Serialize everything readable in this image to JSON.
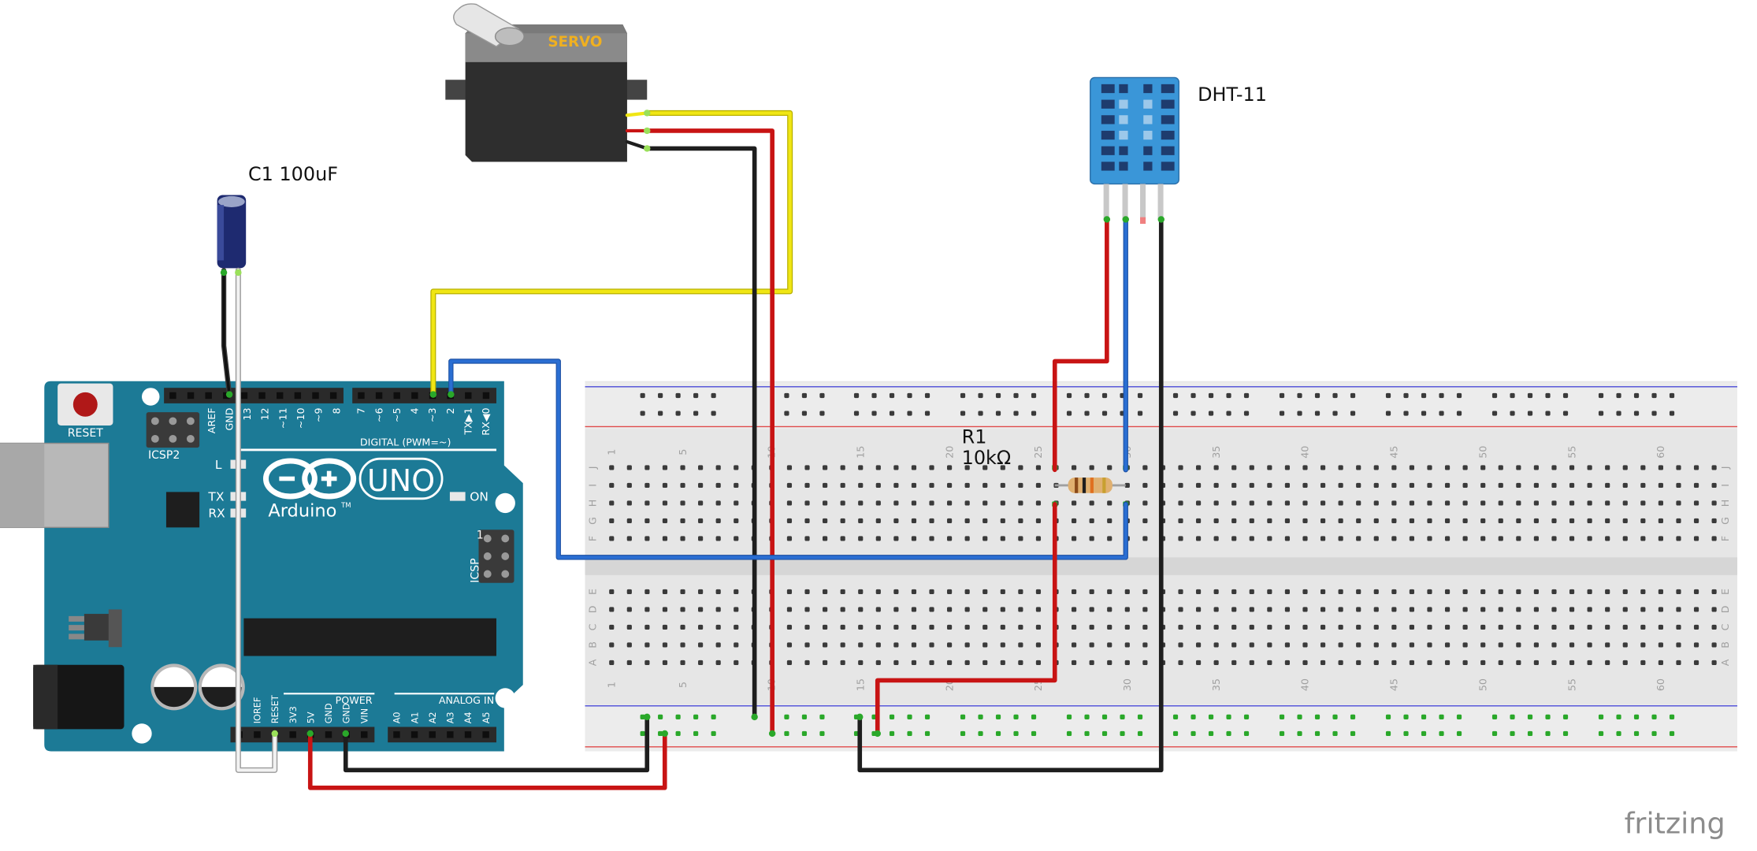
{
  "labels": {
    "capacitor": "C1 100uF",
    "dht": "DHT-11",
    "resistor_name": "R1",
    "resistor_value": "10kΩ",
    "servo": "SERVO",
    "watermark": "fritzing"
  },
  "arduino": {
    "reset": "RESET",
    "icsp2": "ICSP2",
    "icsp": "ICSP",
    "brand": "Arduino",
    "trademark": "TM",
    "model": "UNO",
    "digital_label": "DIGITAL (PWM=~)",
    "l_led": "L",
    "tx_led": "TX",
    "rx_led": "RX",
    "on_led": "ON",
    "icsp_pin1": "1",
    "power_label": "POWER",
    "analog_label": "ANALOG IN",
    "top_header_pins": [
      "AREF",
      "GND",
      "13",
      "12",
      "~11",
      "~10",
      "~9",
      "8"
    ],
    "digital_pins": [
      "7",
      "~6",
      "~5",
      "4",
      "~3",
      "2",
      "TX▶1",
      "RX◀0"
    ],
    "power_pins": [
      "IOREF",
      "RESET",
      "3V3",
      "5V",
      "GND",
      "GND",
      "VIN"
    ],
    "analog_pins": [
      "A0",
      "A1",
      "A2",
      "A3",
      "A4",
      "A5"
    ]
  },
  "breadboard": {
    "column_numbers": [
      "1",
      "5",
      "10",
      "15",
      "20",
      "25",
      "30",
      "35",
      "40",
      "45",
      "50",
      "55",
      "60"
    ],
    "row_letters_top": [
      "J",
      "I",
      "H",
      "G",
      "F"
    ],
    "row_letters_bottom": [
      "E",
      "D",
      "C",
      "B",
      "A"
    ]
  },
  "colors": {
    "arduino_board": "#1c7a96",
    "breadboard": "#e6e6e6",
    "wire_red": "#c81414",
    "wire_black": "#1e1e1e",
    "wire_yellow": "#f0e614",
    "wire_blue": "#2a6ed2",
    "wire_white": "#f0f0f0",
    "dht_body": "#3a96d8",
    "servo_body": "#2e2e2e",
    "capacitor_body": "#1e2a70"
  }
}
